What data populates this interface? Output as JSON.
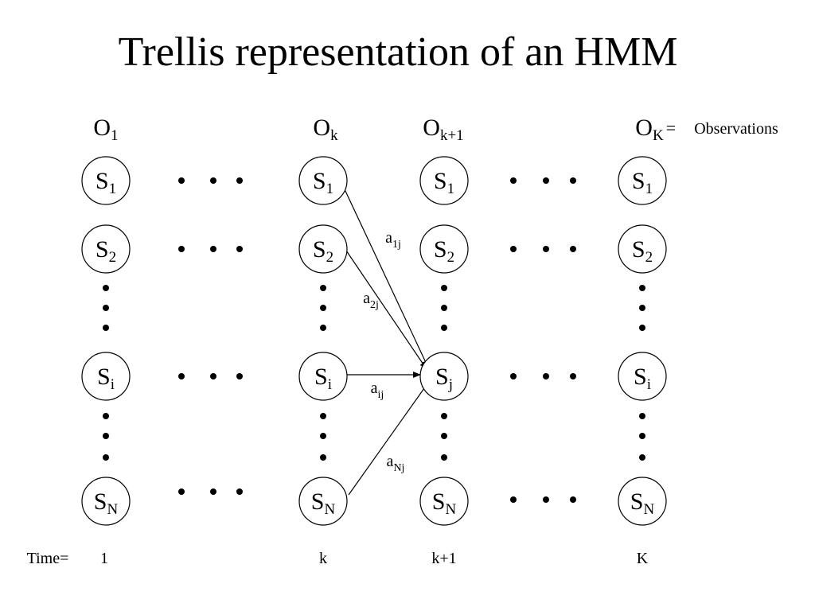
{
  "title": "Trellis representation of an HMM",
  "observations": [
    {
      "base": "O",
      "sub": "1"
    },
    {
      "base": "O",
      "sub": "k"
    },
    {
      "base": "O",
      "sub": "k+1"
    },
    {
      "base": "O",
      "sub": "K"
    }
  ],
  "obs_equals": "=",
  "obs_label": "Observations",
  "state_base": "S",
  "states_default": [
    "1",
    "2",
    "i",
    "N"
  ],
  "states_target_col": [
    "1",
    "2",
    "j",
    "N"
  ],
  "time_label": "Time=",
  "times": [
    "1",
    "k",
    "k+1",
    "K"
  ],
  "transitions": [
    {
      "base": "a",
      "sub": "1j"
    },
    {
      "base": "a",
      "sub": "2j"
    },
    {
      "base": "a",
      "sub": "ij"
    },
    {
      "base": "a",
      "sub": "Nj"
    }
  ],
  "ellipsis_glyph": "•"
}
